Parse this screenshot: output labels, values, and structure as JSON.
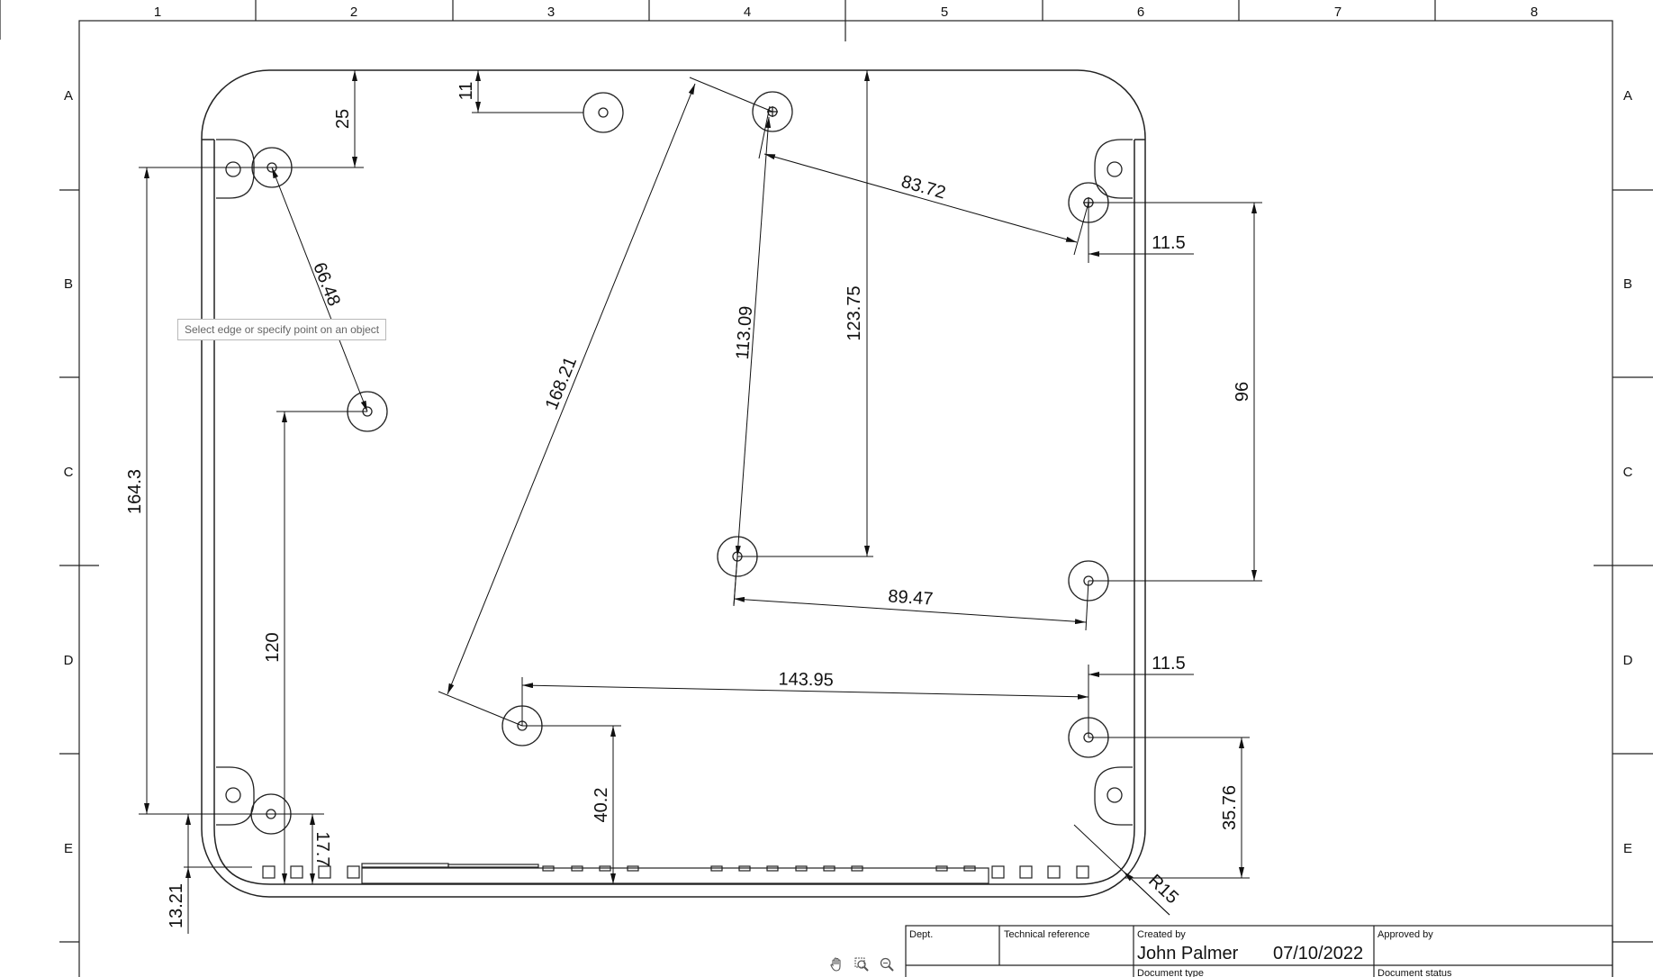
{
  "drawing": {
    "column_labels": [
      "1",
      "2",
      "3",
      "4",
      "5",
      "6",
      "7",
      "8"
    ],
    "row_labels": [
      "A",
      "B",
      "C",
      "D",
      "E"
    ],
    "dimensions": {
      "d25": "25",
      "d11": "11",
      "d66_48": "66.48",
      "d164_3": "164.3",
      "d120": "120",
      "d17_7": "17.7",
      "d13_21": "13.21",
      "d168_21": "168.21",
      "d113_09": "113.09",
      "d123_75": "123.75",
      "d83_72": "83.72",
      "d11_5_top": "11.5",
      "d96": "96",
      "d89_47": "89.47",
      "d143_95": "143.95",
      "d11_5_bottom": "11.5",
      "d40_2": "40.2",
      "d35_76": "35.76",
      "r15": "R15"
    }
  },
  "tooltip": {
    "text": "Select edge or specify point on an object"
  },
  "title_block": {
    "dept_label": "Dept.",
    "technical_reference_label": "Technical reference",
    "created_by_label": "Created by",
    "created_by_value": "John Palmer",
    "created_date": "07/10/2022",
    "approved_by_label": "Approved by",
    "document_type_label": "Document type",
    "document_status_label": "Document status"
  },
  "toolbar": {
    "pan_icon": "pan-hand-icon",
    "zoom_window_icon": "zoom-window-icon",
    "zoom_icon": "zoom-icon"
  }
}
